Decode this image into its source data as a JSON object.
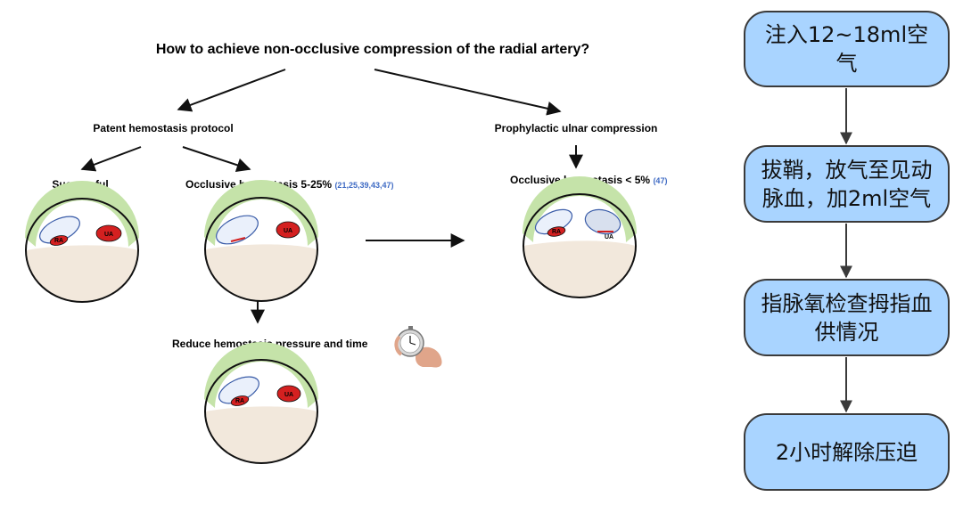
{
  "diagram": {
    "title": "How to achieve non-occlusive compression of the radial artery?",
    "branch_left": "Patent hemostasis protocol",
    "branch_right": "Prophylactic ulnar compression",
    "successful": "Successful",
    "occlusive_left": {
      "text": "Occlusive hemostasis 5-25%",
      "refs": "(21,25,39,43,47)"
    },
    "occlusive_right": {
      "text": "Occlusive hemostasis < 5%",
      "refs": "(47)"
    },
    "reduce": "Reduce hemostasis pressure and time",
    "ra": "RA",
    "ua": "UA",
    "icons": [
      "stopwatch-icon"
    ],
    "colors": {
      "band": "#c5e3a9",
      "skin": "#f2e8dc",
      "vessel": "#d42020",
      "pad": "#eaf0fb",
      "flow_box": "#a9d4ff"
    }
  },
  "flow": {
    "steps": [
      "注入12~18ml空气",
      "拔鞘，放气至见动脉血，加2ml空气",
      "指脉氧检查拇指血供情况",
      "2小时解除压迫"
    ]
  }
}
